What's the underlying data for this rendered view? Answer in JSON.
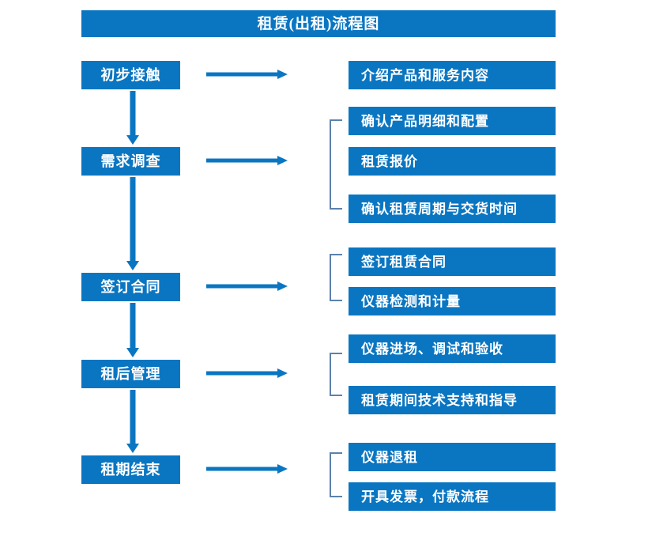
{
  "colors": {
    "box_fill": "#0A76C2",
    "box_text": "#FFFFFF",
    "arrow": "#0A76C2",
    "bracket": "#5B82AB",
    "background": "#FFFFFF"
  },
  "header": {
    "title": "租赁(出租)流程图"
  },
  "flow": {
    "stages": [
      {
        "label": "初步接触"
      },
      {
        "label": "需求调查"
      },
      {
        "label": "签订合同"
      },
      {
        "label": "租后管理"
      },
      {
        "label": "租期结束"
      }
    ],
    "details": [
      {
        "label": "介绍产品和服务内容"
      },
      {
        "label": "确认产品明细和配置"
      },
      {
        "label": "租赁报价"
      },
      {
        "label": "确认租赁周期与交货时间"
      },
      {
        "label": "签订租赁合同"
      },
      {
        "label": "仪器检测和计量"
      },
      {
        "label": "仪器进场、调试和验收"
      },
      {
        "label": "租赁期间技术支持和指导"
      },
      {
        "label": "仪器退租"
      },
      {
        "label": "开具发票，付款流程"
      }
    ],
    "groups": [
      {
        "name": "需求调查-group",
        "members": [
          "确认产品明细和配置",
          "租赁报价",
          "确认租赁周期与交货时间"
        ]
      },
      {
        "name": "签订合同-group",
        "members": [
          "签订租赁合同",
          "仪器检测和计量"
        ]
      },
      {
        "name": "租后管理-group",
        "members": [
          "仪器进场、调试和验收",
          "租赁期间技术支持和指导"
        ]
      },
      {
        "name": "租期结束-group",
        "members": [
          "仪器退租",
          "开具发票，付款流程"
        ]
      }
    ]
  }
}
